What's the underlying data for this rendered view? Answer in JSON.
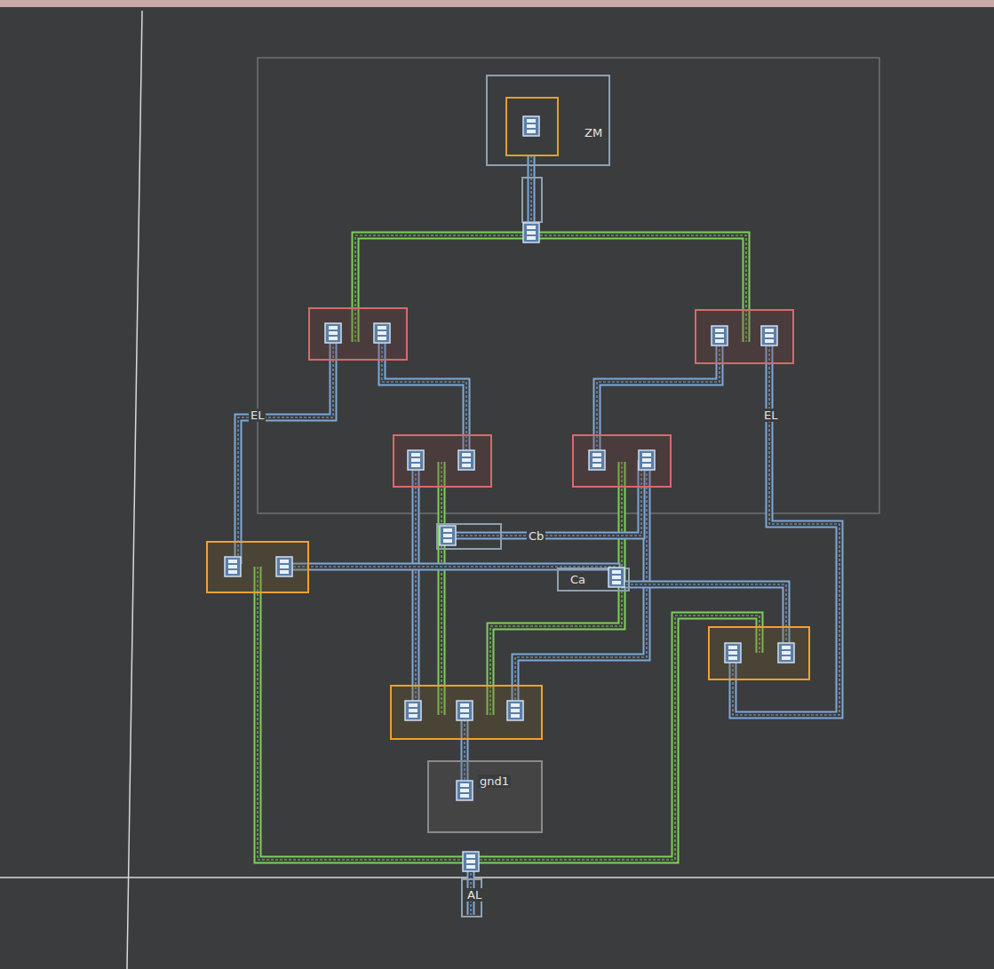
{
  "diagram": {
    "labels": [
      "ZM",
      "EL",
      "EL",
      "Cb",
      "Ca",
      "gnd1",
      "AL"
    ]
  }
}
